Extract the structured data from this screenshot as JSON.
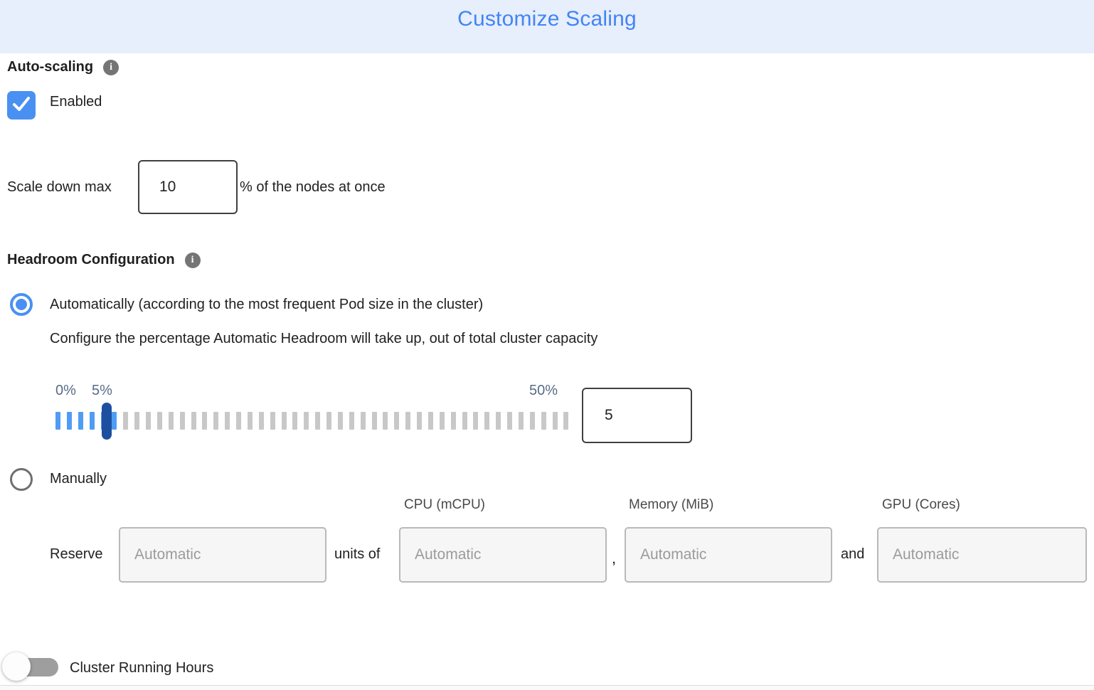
{
  "header": {
    "title": "Customize Scaling"
  },
  "auto_scaling": {
    "label": "Auto-scaling",
    "info_icon": "i",
    "checkbox_checked": true,
    "enabled_label": "Enabled"
  },
  "scale_down": {
    "label": "Scale down max",
    "value": "10",
    "suffix": "% of the nodes at once"
  },
  "headroom": {
    "label": "Headroom Configuration",
    "info_icon": "i",
    "auto_option_label": "Automatically (according to the most frequent Pod size in the cluster)",
    "auto_option_selected": true,
    "auto_description": "Configure the percentage Automatic Headroom will take up, out of total cluster capacity",
    "slider": {
      "min_label": "0%",
      "handle_label": "5%",
      "max_label": "50%",
      "min": 0,
      "max": 50,
      "value": 5,
      "total_ticks": 46,
      "blue_ticks": 6,
      "tick_blue": "#4f9cf5",
      "tick_gray": "#c8c8c8",
      "handle_color": "#1d4fa1"
    },
    "value_input": "5",
    "manual_option_label": "Manually",
    "manual_option_selected": false
  },
  "reserve": {
    "label": "Reserve",
    "units_of": "units of",
    "comma": ",",
    "and": "and",
    "placeholder": "Automatic",
    "columns": [
      "CPU (mCPU)",
      "Memory (MiB)",
      "GPU (Cores)"
    ]
  },
  "cluster_running_hours": {
    "label": "Cluster Running Hours",
    "enabled": false
  },
  "colors": {
    "accent_blue": "#4a90f2",
    "title_blue": "#4285f4",
    "header_bg": "#e7eefc",
    "slider_label": "#5a6b87",
    "toggle_track": "#9e9e9e"
  }
}
